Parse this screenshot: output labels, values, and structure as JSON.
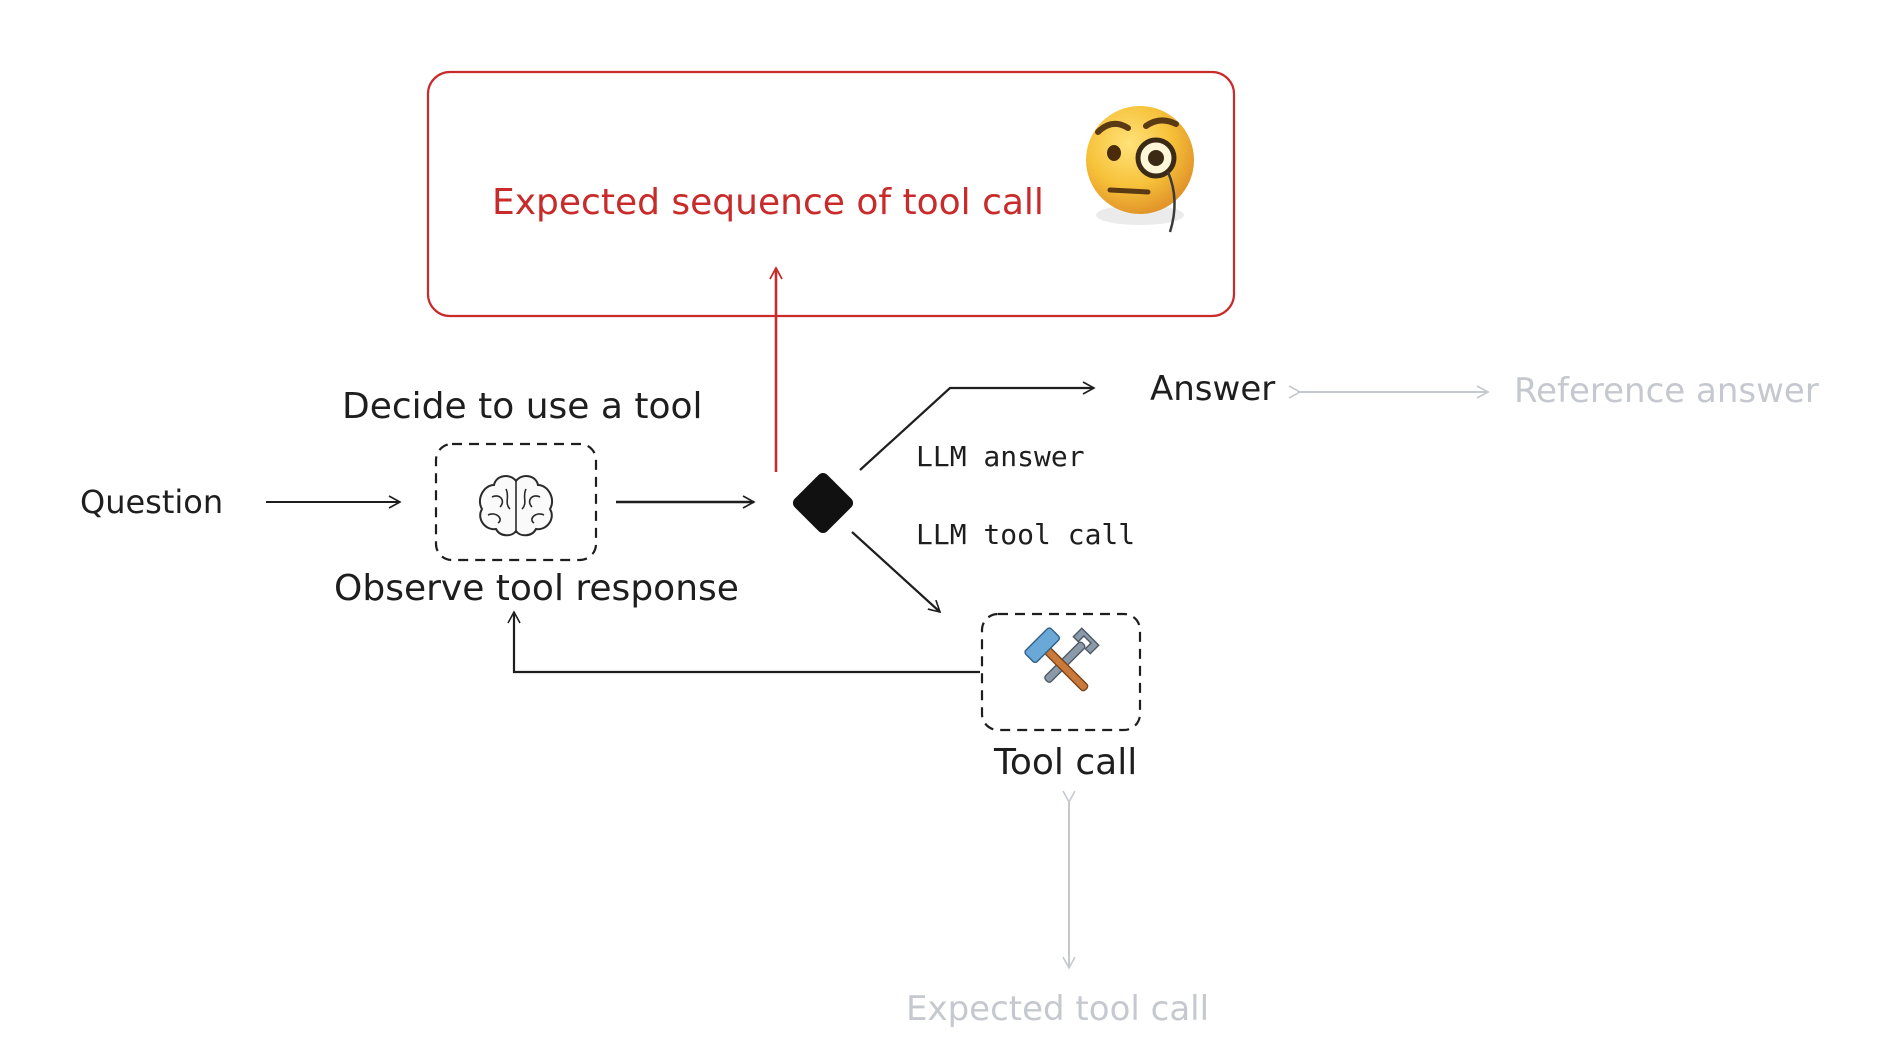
{
  "labels": {
    "expected_sequence": "Expected sequence of tool call",
    "decide": "Decide to use a tool",
    "question": "Question",
    "observe": "Observe tool response",
    "llm_answer": "LLM answer",
    "llm_tool_call": "LLM tool call",
    "answer": "Answer",
    "reference_answer": "Reference answer",
    "tool_call": "Tool call",
    "expected_tool_call": "Expected tool call"
  },
  "icons": {
    "brain": "brain-icon",
    "tools": "hammer-wrench-icon",
    "monocle_face": "face-with-monocle-icon"
  },
  "colors": {
    "text": "#1e1e1e",
    "accent_red": "#c92a2a",
    "muted_gray": "#c5c9cf",
    "box_bg": "#ffffff"
  }
}
